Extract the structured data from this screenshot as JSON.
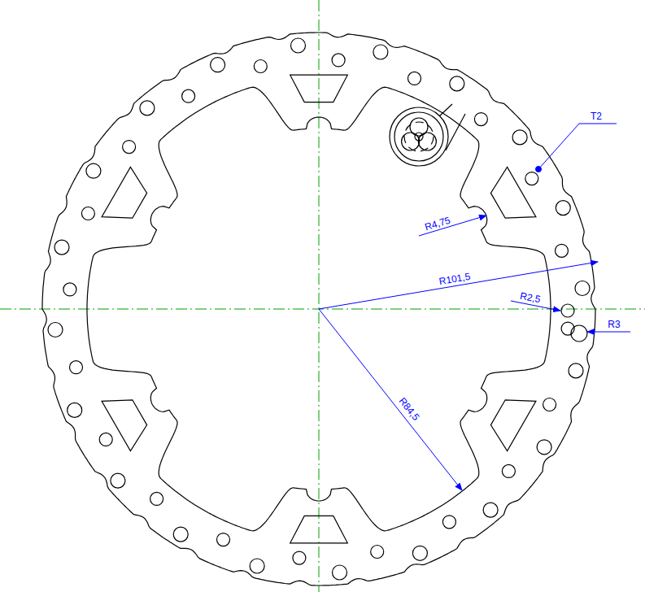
{
  "diagram": {
    "labels": [
      "T2",
      "R4,75",
      "R101,5",
      "R2,5",
      "R3",
      "R84,5"
    ]
  }
}
